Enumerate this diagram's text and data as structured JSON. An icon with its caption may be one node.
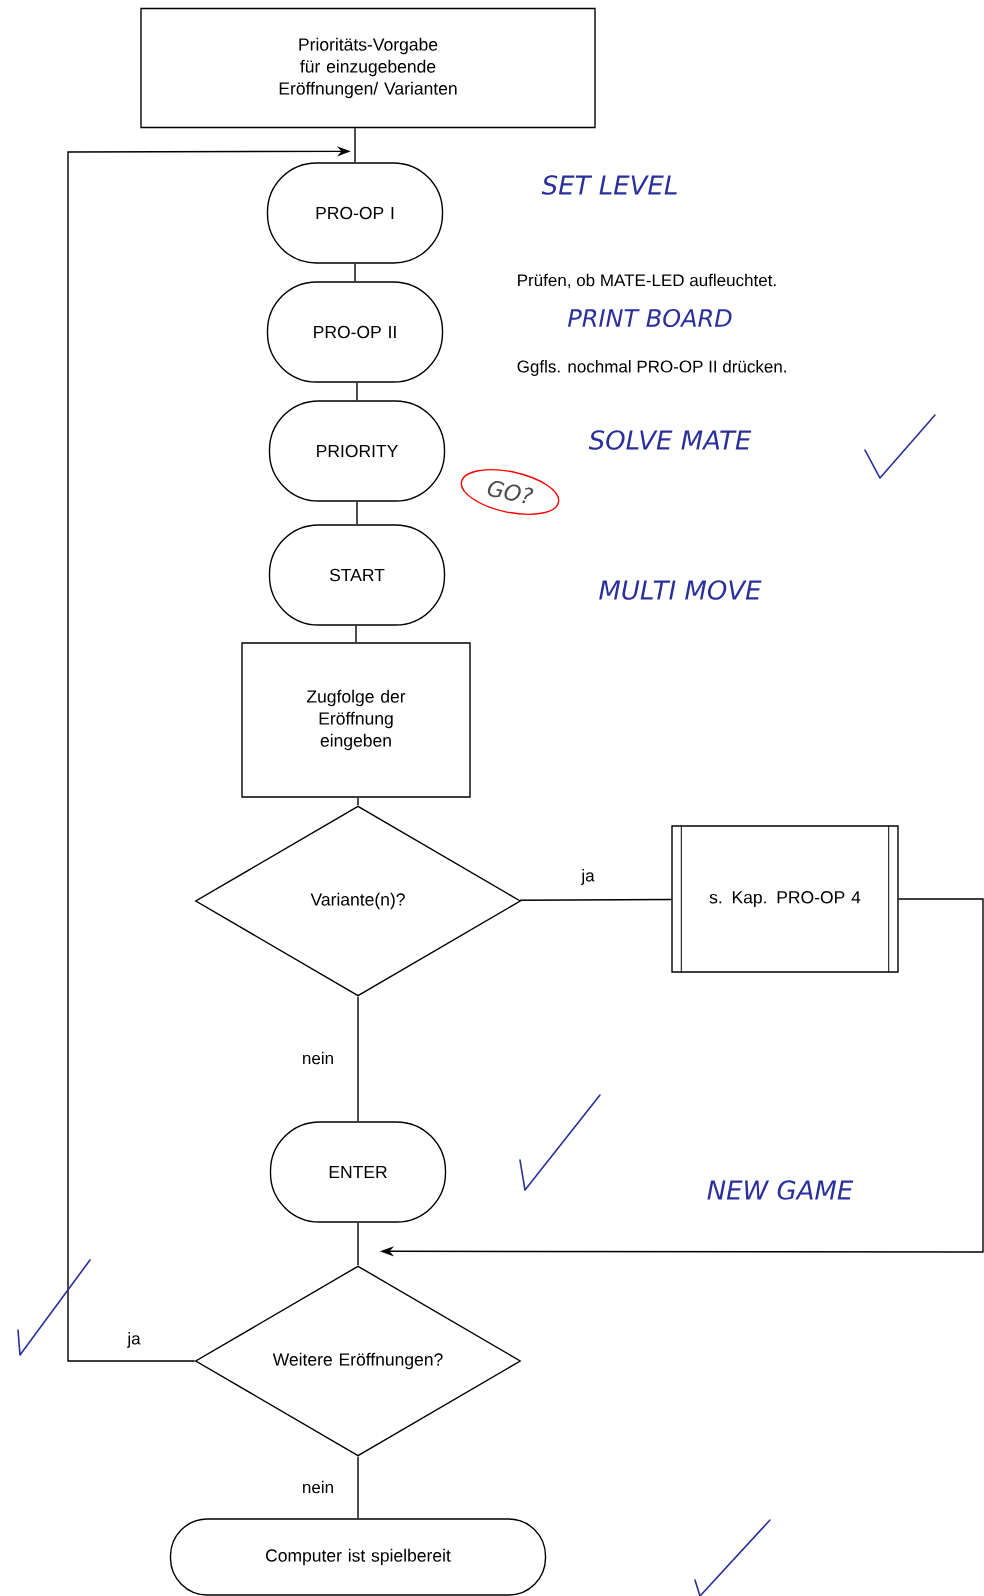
{
  "diagram": {
    "nodes": [
      {
        "text": [
          "Prioritäts-Vorgabe für einzugebende Eröffnungen/ Varianten"
        ]
      },
      {
        "text": [
          "PRO-OP I"
        ]
      },
      {
        "text": [
          "PRO-OP II"
        ]
      },
      {
        "text": [
          "PRIORITY"
        ]
      },
      {
        "text": [
          "START"
        ]
      },
      {
        "text": [
          "Zugfolge der Eröffnung eingeben"
        ]
      },
      {
        "text": [
          "Variante(n)?"
        ]
      },
      {
        "text": [
          "s. Kap. PRO-OP 4"
        ]
      },
      {
        "text": [
          "ENTER"
        ]
      },
      {
        "text": [
          "Weitere Eröffnungen?"
        ]
      },
      {
        "text": [
          "Computer ist spielbereit"
        ]
      }
    ],
    "edges": [
      {
        "from": 0,
        "to": 1,
        "arrow": "none"
      },
      {
        "from": 1,
        "to": 2,
        "arrow": "none"
      },
      {
        "from": 2,
        "to": 3,
        "arrow": "none"
      },
      {
        "from": 3,
        "to": 4,
        "arrow": "none"
      },
      {
        "from": 4,
        "to": 5,
        "arrow": "none"
      },
      {
        "from": 5,
        "to": 6,
        "arrow": "none"
      },
      {
        "from": 6,
        "to": 7,
        "arrow": "none",
        "label": "ja"
      },
      {
        "from": 7,
        "to": 9,
        "arrow": "to"
      },
      {
        "from": 6,
        "to": 8,
        "arrow": "none",
        "label": "nein"
      },
      {
        "from": 8,
        "to": 9,
        "arrow": "none"
      },
      {
        "from": 9,
        "to": 1,
        "arrow": "to",
        "label": "ja"
      },
      {
        "from": 9,
        "to": 10,
        "arrow": "none",
        "label": "nein"
      }
    ],
    "labels": [
      "SET LEVEL",
      "Prüfen, ob MATE-LED aufleuchtet.",
      "PRINT BOARD",
      "Ggfls. nochmal PRO-OP II drücken.",
      "SOLVE MATE",
      "GO?",
      "MULTI MOVE",
      "NEW GAME"
    ]
  }
}
